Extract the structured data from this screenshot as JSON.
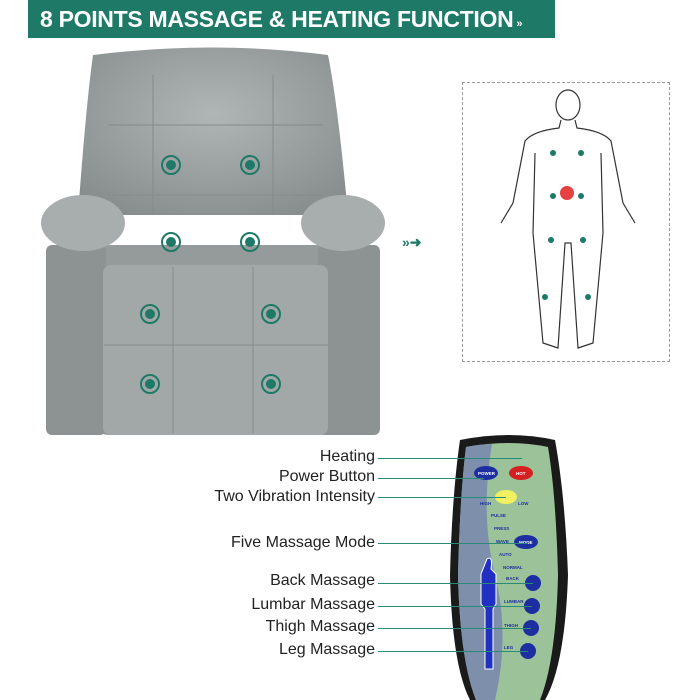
{
  "banner": {
    "title": "8 POINTS  MASSAGE & HEATING  FUNCTION",
    "chevron": "»"
  },
  "colors": {
    "brand": "#1e7a67",
    "chair": "#9aa0a0",
    "heat": "#e02020"
  },
  "arrow": "»➜",
  "features": [
    {
      "label": "Heating"
    },
    {
      "label": "Power Button"
    },
    {
      "label": "Two Vibration Intensity"
    },
    {
      "label": "Five Massage Mode"
    },
    {
      "label": "Back Massage"
    },
    {
      "label": "Lumbar Massage"
    },
    {
      "label": "Thigh Massage"
    },
    {
      "label": "Leg Massage"
    }
  ],
  "remote": {
    "power": "POWER",
    "hot": "HOT",
    "high": "HIGH",
    "low": "LOW",
    "modes": [
      "PULSE",
      "PRESS",
      "WAVE",
      "AUTO",
      "NORMAL"
    ],
    "mode": "MODE",
    "zones": [
      "BACK",
      "LUMBAR",
      "THIGH",
      "LEG"
    ]
  }
}
